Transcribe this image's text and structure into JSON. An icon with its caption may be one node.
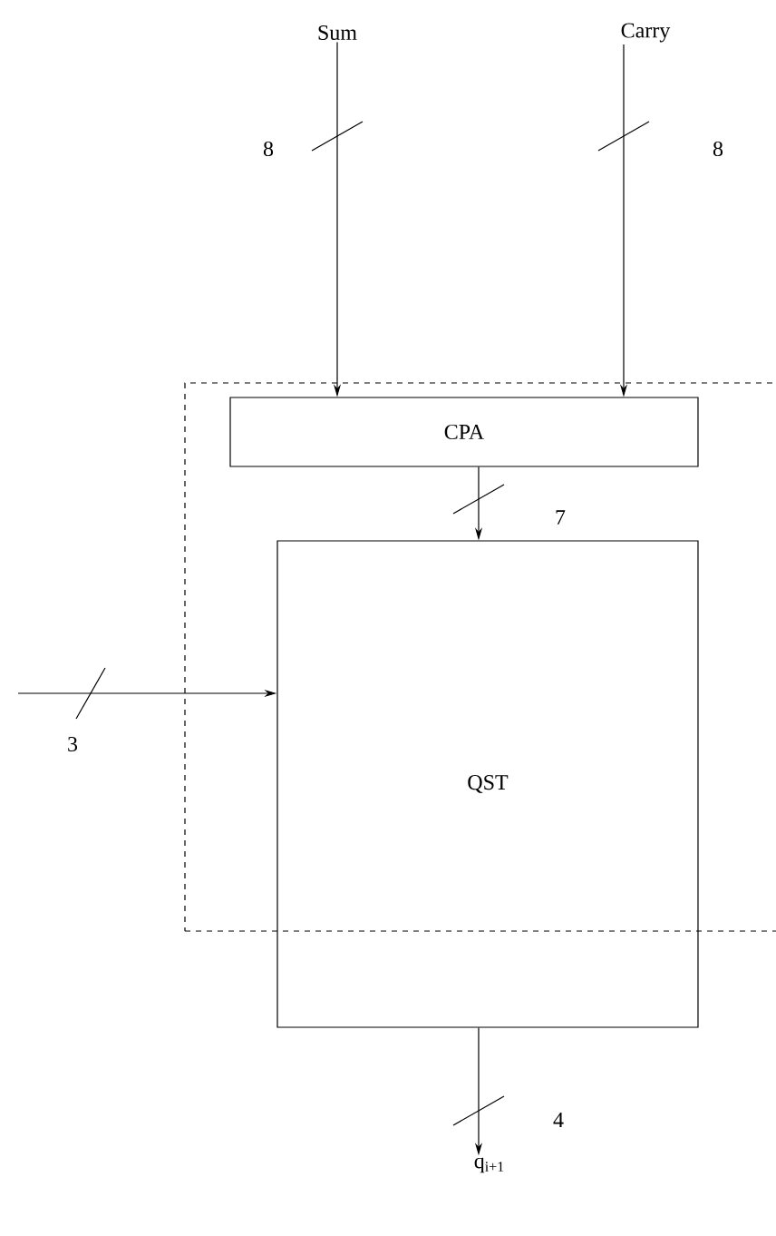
{
  "diagram": {
    "nodes": [
      {
        "text": [
          "Sum"
        ]
      },
      {
        "text": [
          "Carry"
        ]
      },
      {
        "text": [],
        "shape": "box"
      },
      {
        "text": [
          "CPA"
        ],
        "in": 2
      },
      {
        "text": [
          "QST"
        ]
      },
      {
        "text": [
          "q$_{i+1}$"
        ]
      }
    ],
    "edges": [
      {
        "from": 0,
        "to": 3,
        "arrow": "to",
        "label": "8"
      },
      {
        "from": 1,
        "to": 3,
        "arrow": "to",
        "label": "8"
      },
      {
        "from": 3,
        "to": 4,
        "arrow": "to",
        "label": "7"
      },
      {
        "from": null,
        "to": 4,
        "arrow": "to",
        "label": "3"
      },
      {
        "from": 4,
        "to": 5,
        "arrow": "to",
        "label": "4"
      }
    ]
  }
}
